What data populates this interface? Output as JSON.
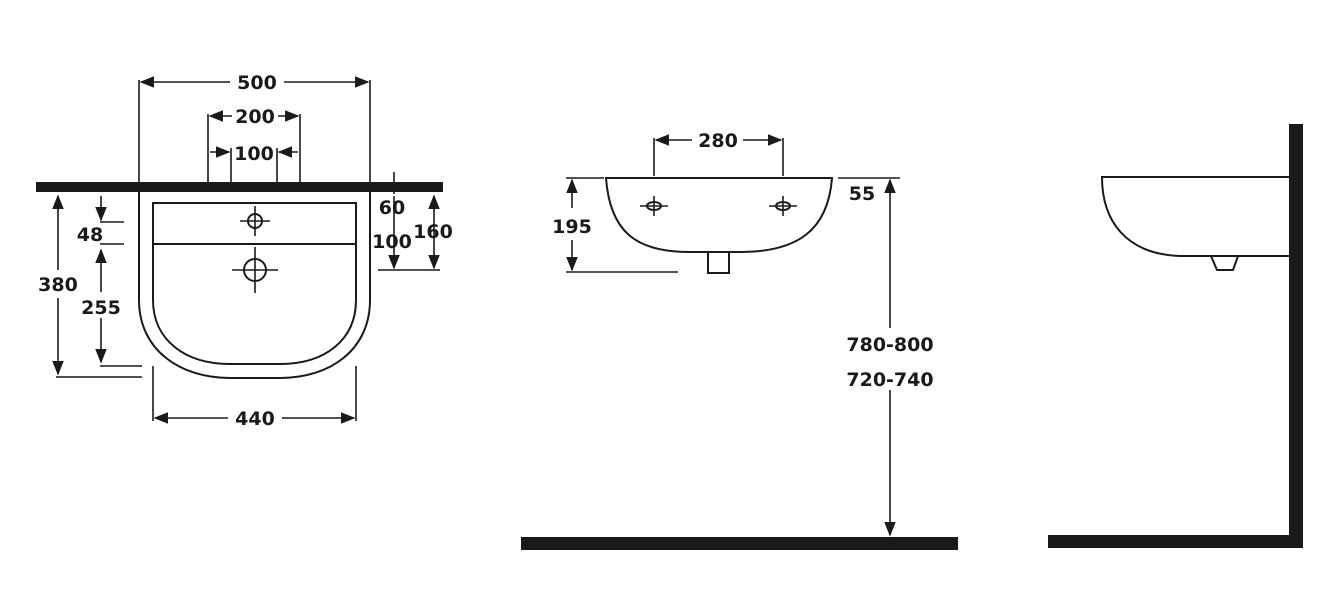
{
  "plan": {
    "overall_width": "500",
    "tap_spacing_outer": "200",
    "tap_spacing_inner": "100",
    "front_inset": "48",
    "tap_depth": "255",
    "overall_depth": "380",
    "bowl_width": "440",
    "back_offset_a": "60",
    "back_offset_b": "100",
    "back_offset_c": "160"
  },
  "front": {
    "bracket_spacing": "280",
    "basin_height": "195",
    "rim_offset": "55",
    "height_range_1": "780-800",
    "height_range_2": "720-740"
  },
  "colors": {
    "line": "#1a1a1a",
    "background": "#ffffff"
  }
}
